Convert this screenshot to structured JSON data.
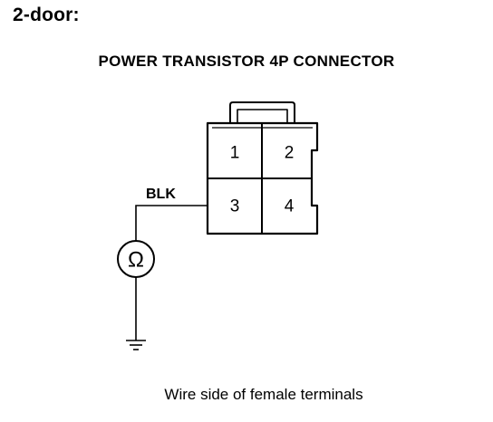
{
  "heading": "2-door:",
  "diagram": {
    "title": "POWER TRANSISTOR 4P CONNECTOR",
    "pins": [
      "1",
      "2",
      "3",
      "4"
    ],
    "wire_color": "BLK",
    "meter_symbol": "Ω",
    "caption": "Wire side of female terminals"
  },
  "icons": {
    "meter": "ohmmeter-icon",
    "ground": "ground-icon",
    "connector": "connector-icon"
  }
}
